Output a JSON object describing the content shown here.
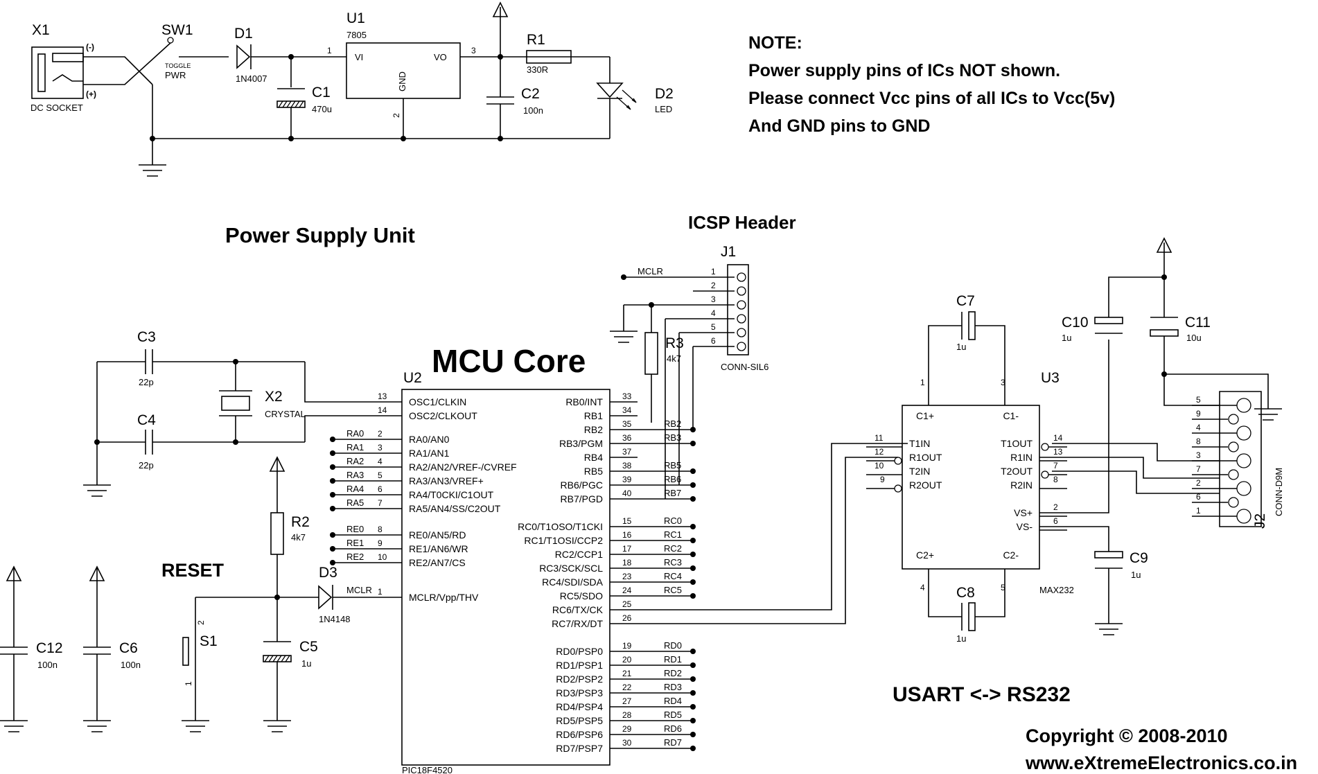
{
  "note": {
    "title": "NOTE:",
    "line1": "Power supply pins of ICs NOT shown.",
    "line2": "Please connect Vcc pins of all ICs to Vcc(5v)",
    "line3": "And GND pins to GND"
  },
  "titles": {
    "psu": "Power Supply Unit",
    "icsp": "ICSP Header",
    "mcu": "MCU Core",
    "reset": "RESET",
    "usart": "USART <-> RS232",
    "copyright": "Copyright © 2008-2010",
    "website": "www.eXtremeElectronics.co.in"
  },
  "power_supply": {
    "x1": {
      "ref": "X1",
      "value": "DC SOCKET",
      "neg": "(-)",
      "pos": "(+)"
    },
    "sw1": {
      "ref": "SW1",
      "type": "TOGGLE",
      "value": "PWR"
    },
    "d1": {
      "ref": "D1",
      "value": "1N4007"
    },
    "u1": {
      "ref": "U1",
      "value": "7805",
      "vi": "VI",
      "vo": "VO",
      "gnd": "GND",
      "p1": "1",
      "p2": "2",
      "p3": "3"
    },
    "c1": {
      "ref": "C1",
      "value": "470u"
    },
    "c2": {
      "ref": "C2",
      "value": "100n"
    },
    "r1": {
      "ref": "R1",
      "value": "330R"
    },
    "d2": {
      "ref": "D2",
      "value": "LED"
    }
  },
  "oscillator": {
    "c3": {
      "ref": "C3",
      "value": "22p"
    },
    "c4": {
      "ref": "C4",
      "value": "22p"
    },
    "x2": {
      "ref": "X2",
      "value": "CRYSTAL"
    }
  },
  "reset_circuit": {
    "r2": {
      "ref": "R2",
      "value": "4k7"
    },
    "d3": {
      "ref": "D3",
      "value": "1N4148"
    },
    "c5": {
      "ref": "C5",
      "value": "1u"
    },
    "s1": {
      "ref": "S1",
      "p1": "1",
      "p2": "2"
    },
    "mclr_label": "MCLR"
  },
  "decoupling": {
    "c12": {
      "ref": "C12",
      "value": "100n"
    },
    "c6": {
      "ref": "C6",
      "value": "100n"
    }
  },
  "icsp": {
    "j1": {
      "ref": "J1",
      "value": "CONN-SIL6"
    },
    "r3": {
      "ref": "R3",
      "value": "4k7"
    },
    "mclr_label": "MCLR",
    "pins": [
      "1",
      "2",
      "3",
      "4",
      "5",
      "6"
    ]
  },
  "mcu": {
    "ref": "U2",
    "part": "PIC18F4520",
    "left_pins": [
      {
        "num": "13",
        "name": "OSC1/CLKIN",
        "net": ""
      },
      {
        "num": "14",
        "name": "OSC2/CLKOUT",
        "net": ""
      },
      {
        "num": "2",
        "name": "RA0/AN0",
        "net": "RA0"
      },
      {
        "num": "3",
        "name": "RA1/AN1",
        "net": "RA1"
      },
      {
        "num": "4",
        "name": "RA2/AN2/VREF-/CVREF",
        "net": "RA2"
      },
      {
        "num": "5",
        "name": "RA3/AN3/VREF+",
        "net": "RA3"
      },
      {
        "num": "6",
        "name": "RA4/T0CKI/C1OUT",
        "net": "RA4"
      },
      {
        "num": "7",
        "name": "RA5/AN4/SS/C2OUT",
        "net": "RA5"
      },
      {
        "num": "8",
        "name": "RE0/AN5/RD",
        "net": "RE0"
      },
      {
        "num": "9",
        "name": "RE1/AN6/WR",
        "net": "RE1"
      },
      {
        "num": "10",
        "name": "RE2/AN7/CS",
        "net": "RE2"
      },
      {
        "num": "1",
        "name": "MCLR/Vpp/THV",
        "net": ""
      }
    ],
    "rb_pins": [
      {
        "num": "33",
        "name": "RB0/INT",
        "net": ""
      },
      {
        "num": "34",
        "name": "RB1",
        "net": ""
      },
      {
        "num": "35",
        "name": "RB2",
        "net": "RB2"
      },
      {
        "num": "36",
        "name": "RB3/PGM",
        "net": "RB3"
      },
      {
        "num": "37",
        "name": "RB4",
        "net": ""
      },
      {
        "num": "38",
        "name": "RB5",
        "net": "RB5"
      },
      {
        "num": "39",
        "name": "RB6/PGC",
        "net": "RB6"
      },
      {
        "num": "40",
        "name": "RB7/PGD",
        "net": "RB7"
      }
    ],
    "rc_pins": [
      {
        "num": "15",
        "name": "RC0/T1OSO/T1CKI",
        "net": "RC0"
      },
      {
        "num": "16",
        "name": "RC1/T1OSI/CCP2",
        "net": "RC1"
      },
      {
        "num": "17",
        "name": "RC2/CCP1",
        "net": "RC2"
      },
      {
        "num": "18",
        "name": "RC3/SCK/SCL",
        "net": "RC3"
      },
      {
        "num": "23",
        "name": "RC4/SDI/SDA",
        "net": "RC4"
      },
      {
        "num": "24",
        "name": "RC5/SDO",
        "net": "RC5"
      },
      {
        "num": "25",
        "name": "RC6/TX/CK",
        "net": ""
      },
      {
        "num": "26",
        "name": "RC7/RX/DT",
        "net": ""
      }
    ],
    "rd_pins": [
      {
        "num": "19",
        "name": "RD0/PSP0",
        "net": "RD0"
      },
      {
        "num": "20",
        "name": "RD1/PSP1",
        "net": "RD1"
      },
      {
        "num": "21",
        "name": "RD2/PSP2",
        "net": "RD2"
      },
      {
        "num": "22",
        "name": "RD3/PSP3",
        "net": "RD3"
      },
      {
        "num": "27",
        "name": "RD4/PSP4",
        "net": "RD4"
      },
      {
        "num": "28",
        "name": "RD5/PSP5",
        "net": "RD5"
      },
      {
        "num": "29",
        "name": "RD6/PSP6",
        "net": "RD6"
      },
      {
        "num": "30",
        "name": "RD7/PSP7",
        "net": "RD7"
      }
    ]
  },
  "max232": {
    "ref": "U3",
    "part": "MAX232",
    "pins": {
      "c1p": {
        "name": "C1+",
        "num": "1"
      },
      "c1m": {
        "name": "C1-",
        "num": "3"
      },
      "t1in": {
        "name": "T1IN",
        "num": "11"
      },
      "r1out": {
        "name": "R1OUT",
        "num": "12"
      },
      "t2in": {
        "name": "T2IN",
        "num": "10"
      },
      "r2out": {
        "name": "R2OUT",
        "num": "9"
      },
      "t1out": {
        "name": "T1OUT",
        "num": "14"
      },
      "r1in": {
        "name": "R1IN",
        "num": "13"
      },
      "t2out": {
        "name": "T2OUT",
        "num": "7"
      },
      "r2in": {
        "name": "R2IN",
        "num": "8"
      },
      "vsp": {
        "name": "VS+",
        "num": "2"
      },
      "vsm": {
        "name": "VS-",
        "num": "6"
      },
      "c2p": {
        "name": "C2+",
        "num": "4"
      },
      "c2m": {
        "name": "C2-",
        "num": "5"
      }
    },
    "c7": {
      "ref": "C7",
      "value": "1u"
    },
    "c8": {
      "ref": "C8",
      "value": "1u"
    },
    "c9": {
      "ref": "C9",
      "value": "1u"
    },
    "c10": {
      "ref": "C10",
      "value": "1u"
    },
    "c11": {
      "ref": "C11",
      "value": "10u"
    }
  },
  "db9": {
    "ref": "J2",
    "value": "CONN-D9M",
    "pins": [
      "5",
      "9",
      "4",
      "8",
      "3",
      "7",
      "2",
      "6",
      "1"
    ]
  }
}
